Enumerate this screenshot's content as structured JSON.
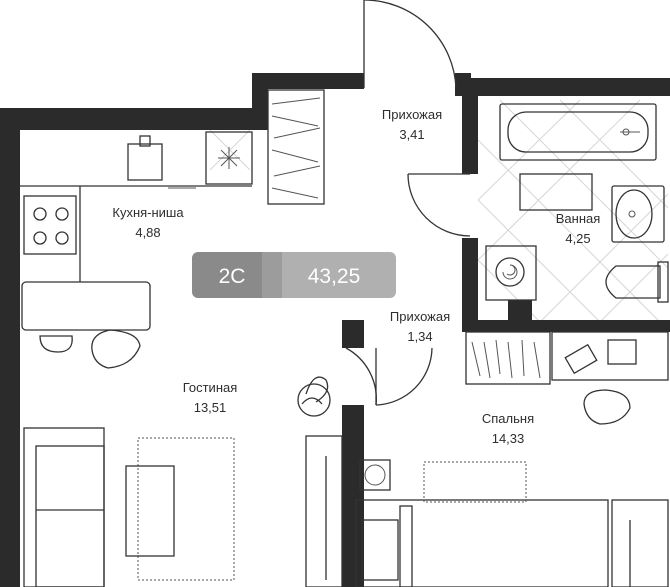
{
  "badge": {
    "type": "2С",
    "area": "43,25"
  },
  "rooms": {
    "hall_top": {
      "name": "Прихожая",
      "area": "3,41"
    },
    "hall_mid": {
      "name": "Прихожая",
      "area": "1,34"
    },
    "kitchen": {
      "name": "Кухня-ниша",
      "area": "4,88"
    },
    "bath": {
      "name": "Ванная",
      "area": "4,25"
    },
    "living": {
      "name": "Гостиная",
      "area": "13,51"
    },
    "bedroom": {
      "name": "Спальня",
      "area": "14,33"
    }
  },
  "colors": {
    "wall": "#2b2b2b",
    "badge_dark": "#7a7a7a",
    "badge_light": "#a0a0a0",
    "background": "#ffffff"
  }
}
